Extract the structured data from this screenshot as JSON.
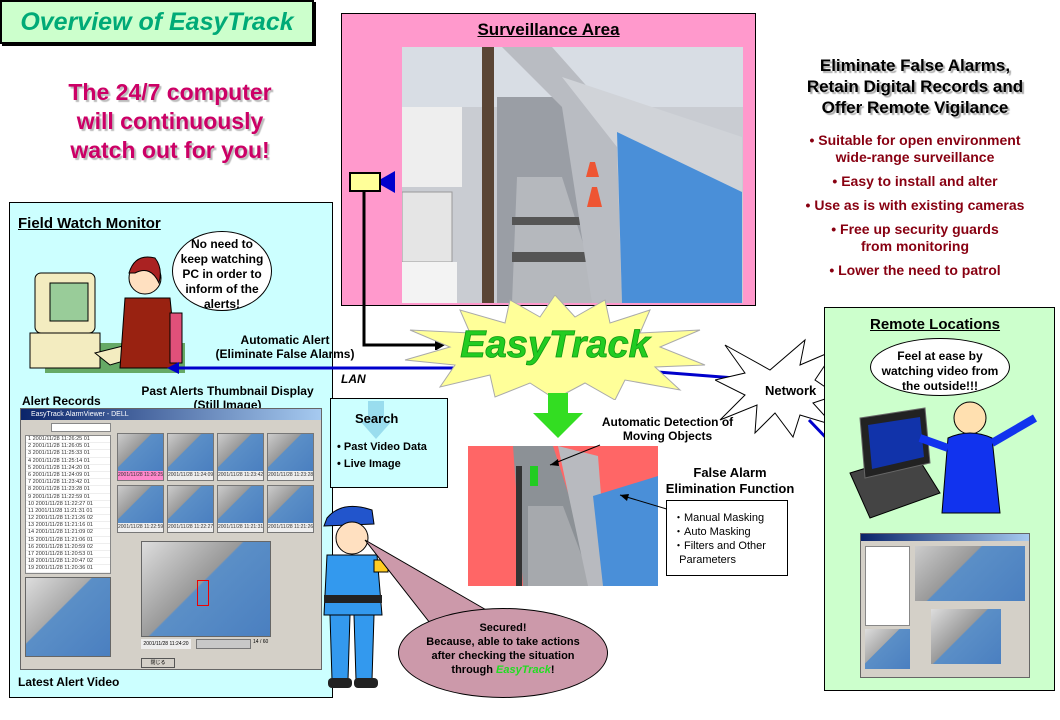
{
  "title": "Overview of EasyTrack",
  "slogan": [
    "The 24/7 computer",
    "will continuously",
    "watch out for you!"
  ],
  "surveillance_area": {
    "title": "Surveillance Area"
  },
  "headline": [
    "Eliminate False Alarms,",
    "Retain Digital Records and",
    "Offer Remote Vigilance"
  ],
  "benefits": [
    [
      "• Suitable for open environment",
      "wide-range surveillance"
    ],
    [
      "• Easy to install and alter"
    ],
    [
      "• Use as is with existing cameras"
    ],
    [
      "• Free up security guards",
      "from monitoring"
    ],
    [
      "• Lower the need to patrol"
    ]
  ],
  "field_watch": {
    "title": "Field Watch Monitor",
    "bubble": [
      "No need to",
      "keep watching",
      "PC in order to",
      "inform of the",
      "alerts!"
    ],
    "alert_label": [
      "Automatic Alert",
      "(Eliminate False Alarms)"
    ],
    "lan_label": "LAN",
    "alert_records_label": "Alert Records",
    "thumbnails_label": [
      "Past Alerts Thumbnail Display",
      "(Still Image)"
    ],
    "latest_video_label": "Latest Alert Video",
    "window": {
      "title": "EasyTrack AlarmViewer - DELL",
      "records": [
        "1  2001/11/28 11:26:25  01",
        "2  2001/11/28 11:26:05  01",
        "3  2001/11/28 11:25:33  01",
        "4  2001/11/28 11:25:14  01",
        "5  2001/11/28 11:24:20  01",
        "6  2001/11/28 11:24:09  01",
        "7  2001/11/28 11:23:42  01",
        "8  2001/11/28 11:23:28  01",
        "9  2001/11/28 11:22:59  01",
        "10 2001/11/28 11:22:27  01",
        "11 2001/11/28 11:21:31  01",
        "12 2001/11/28 11:21:26  02",
        "13 2001/11/28 11:21:16  01",
        "14 2001/11/28 11:21:09  02",
        "15 2001/11/28 11:21:06  01",
        "16 2001/11/28 11:20:59  02",
        "17 2001/11/28 11:20:53  01",
        "18 2001/11/28 11:20:47  02",
        "19 2001/11/28 11:20:36  01"
      ],
      "thumb_captions": [
        "2001/11/28 11:26:25",
        "2001/11/28 11:24:09",
        "2001/11/28 11:23:42",
        "2001/11/28 11:23:28",
        "2001/11/28 11:22:59",
        "2001/11/28 11:22:27",
        "2001/11/28 11:21:31",
        "2001/11/28 11:21:26"
      ],
      "playback_caption": "2001/11/28 11:24:20",
      "frame_counter": "14 / 60",
      "close_button": "閉じる"
    }
  },
  "search": {
    "title": "Search",
    "items": [
      "• Past Video Data",
      "• Live Image"
    ]
  },
  "easytrack_burst": "EasyTrack",
  "network_label": "Network",
  "detection_label": [
    "Automatic Detection of",
    "Moving Objects"
  ],
  "false_alarm_label": [
    "False Alarm",
    "Elimination Function"
  ],
  "masking_items": [
    "・Manual Masking",
    "・Auto Masking",
    "・Filters and Other",
    "  Parameters"
  ],
  "guard_bubble": {
    "line1": "Secured!",
    "line2": "Because, able to take actions",
    "line3": "after checking the situation",
    "line4_prefix": "through ",
    "line4_brand": "EasyTrack",
    "line4_suffix": "!"
  },
  "remote": {
    "title": "Remote Locations",
    "bubble": [
      "Feel at ease by",
      "watching video from",
      "the outside!!!"
    ]
  },
  "colors": {
    "title_bg": "#ccffcc",
    "title_text": "#00aa77",
    "slogan": "#cc0066",
    "surveillance_bg": "#ff99cc",
    "field_bg": "#ccffff",
    "remote_bg": "#ccffcc",
    "benefit_text": "#880011",
    "brand_green": "#22cc22",
    "burst": "#ffff99",
    "lan_line": "#0000cc"
  }
}
